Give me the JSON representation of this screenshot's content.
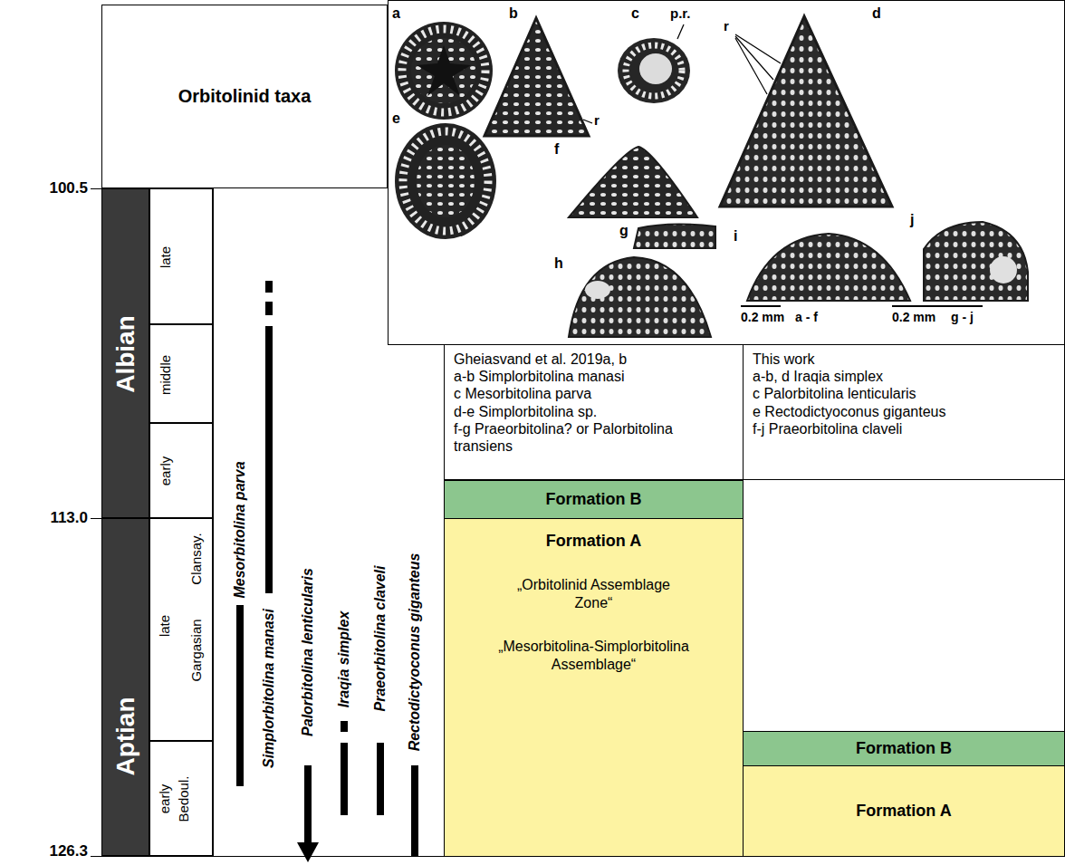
{
  "diagram": {
    "nodes": [
      {
        "text": [
          "Orbitolinid taxa"
        ]
      },
      {
        "text": [
          "Albian"
        ]
      },
      {
        "text": [
          "Aptian"
        ]
      },
      {
        "text": [
          "late"
        ]
      },
      {
        "text": [
          "middle"
        ]
      },
      {
        "text": [
          "early"
        ]
      },
      {
        "text": [
          "late",
          "Clansay.",
          "Gargasian"
        ]
      },
      {
        "text": [
          "early",
          "Bedoul."
        ]
      },
      {
        "text": [
          "Gheiasvand et al. 2019a, b",
          "a-b Simplorbitolina manasi",
          "c Mesorbitolina parva",
          "d-e Simplorbitolina sp.",
          "f-g Praeorbitolina? or Palorbitolina transiens"
        ]
      },
      {
        "text": [
          "This work",
          "a-b, d Iraqia simplex",
          "c Palorbitolina lenticularis",
          "e Rectodictyoconus giganteus",
          "f-j Praeorbitolina claveli"
        ]
      },
      {
        "text": [
          "Formation B"
        ]
      },
      {
        "text": [
          "Formation A",
          "„Orbitolinid Assemblage Zone“",
          "„Mesorbitolina-Simplorbitolina Assemblage“"
        ]
      },
      {
        "text": [
          "Formation B"
        ]
      },
      {
        "text": [
          "Formation A"
        ]
      }
    ],
    "labels": [
      "100.5",
      "113.0",
      "126.3",
      "Mesorbitolina parva",
      "Simplorbitolina manasi",
      "Palorbitolina lenticularis",
      "Iraqia simplex",
      "Praeorbitolina claveli",
      "Rectodictyoconus giganteus",
      "a",
      "b",
      "r",
      "c",
      "p.r.",
      "d",
      "r",
      "e",
      "f",
      "g",
      "h",
      "i",
      "j",
      "0.2 mm",
      "a - f",
      "0.2 mm",
      "g - j"
    ]
  }
}
